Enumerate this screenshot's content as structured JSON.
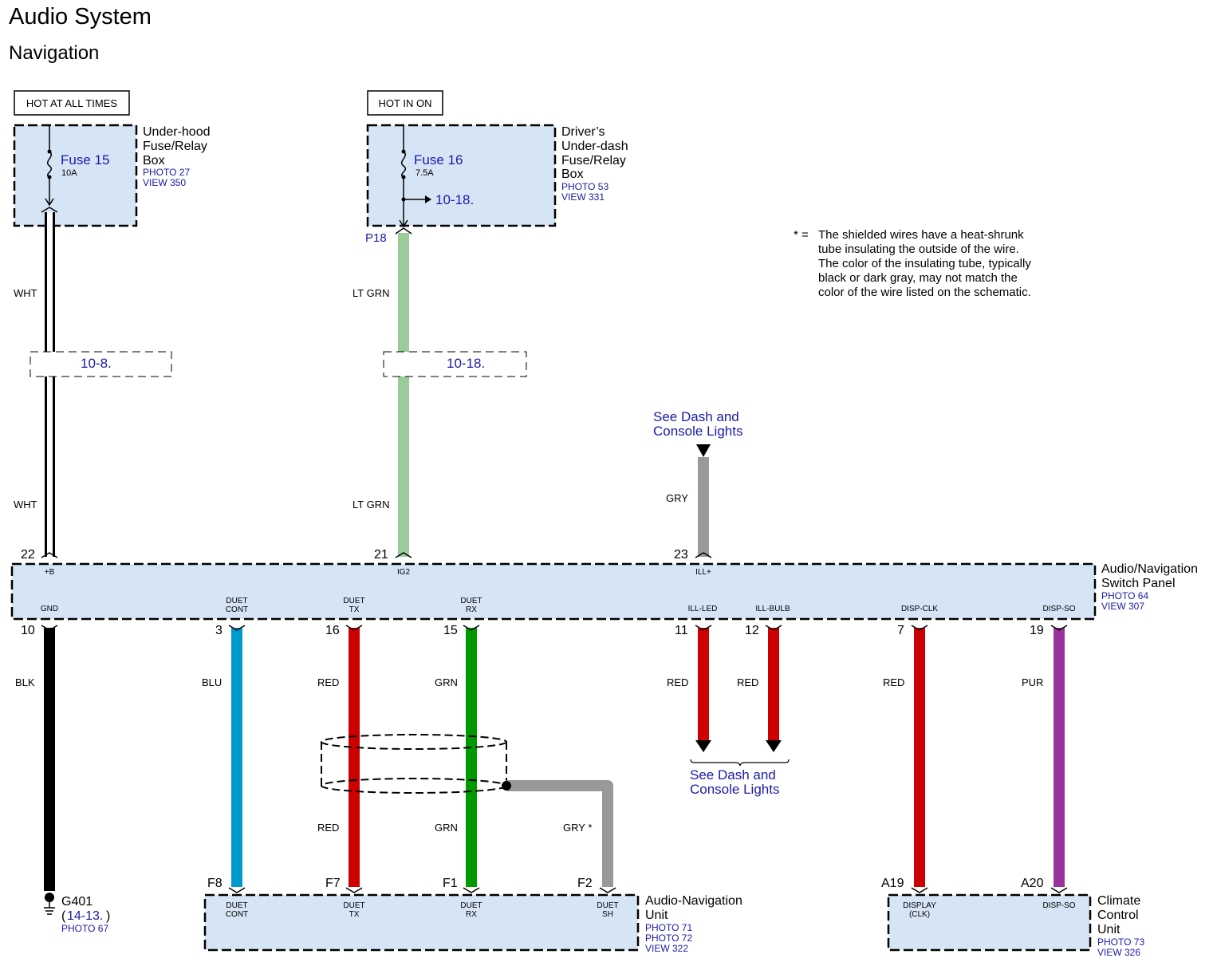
{
  "title": "Audio System",
  "subtitle": "Navigation",
  "note": {
    "marker": "* =",
    "lines": [
      "The shielded wires have a heat-shrunk",
      "tube insulating the outside of the wire.",
      "The color of the insulating tube, typically",
      "black or dark gray, may not match the",
      "color of the wire listed on the schematic."
    ]
  },
  "sources": {
    "hot_all_times": "HOT AT ALL TIMES",
    "hot_in_on": "HOT IN ON"
  },
  "fuse_box_1": {
    "name_lines": [
      "Under-hood",
      "Fuse/Relay",
      "Box"
    ],
    "refs": [
      "PHOTO 27",
      "VIEW 350"
    ],
    "fuse": "Fuse 15",
    "rating": "10A"
  },
  "fuse_box_2": {
    "name_lines": [
      "Driver’s",
      "Under-dash",
      "Fuse/Relay",
      "Box"
    ],
    "refs": [
      "PHOTO 53",
      "VIEW 331"
    ],
    "fuse": "Fuse 16",
    "rating": "7.5A",
    "branch_ref": "10-18.",
    "connector": "P18"
  },
  "inline_refs": {
    "wht_ref": "10-8.",
    "ltgrn_ref": "10-18."
  },
  "dash_lights_ref": {
    "top": [
      "See Dash and",
      "Console Lights"
    ],
    "bottom": [
      "See Dash and",
      "Console Lights"
    ]
  },
  "switch_panel": {
    "name_lines": [
      "Audio/Navigation",
      "Switch Panel"
    ],
    "refs": [
      "PHOTO 64",
      "VIEW 307"
    ],
    "top_pins": [
      {
        "num": "22",
        "label": "+B",
        "wire": "WHT"
      },
      {
        "num": "21",
        "label": "IG2",
        "wire": "LT GRN"
      },
      {
        "num": "23",
        "label": "ILL+",
        "wire": "GRY"
      }
    ],
    "bottom_pins": [
      {
        "num": "10",
        "label": [
          "GND"
        ],
        "wire": "BLK"
      },
      {
        "num": "3",
        "label": [
          "DUET",
          "CONT"
        ],
        "wire": "BLU"
      },
      {
        "num": "16",
        "label": [
          "DUET",
          "TX"
        ],
        "wire": "RED"
      },
      {
        "num": "15",
        "label": [
          "DUET",
          "RX"
        ],
        "wire": "GRN"
      },
      {
        "num": "11",
        "label": [
          "ILL-LED"
        ],
        "wire": "RED"
      },
      {
        "num": "12",
        "label": [
          "ILL-BULB"
        ],
        "wire": "RED"
      },
      {
        "num": "7",
        "label": [
          "DISP-CLK"
        ],
        "wire": "RED"
      },
      {
        "num": "19",
        "label": [
          "DISP-SO"
        ],
        "wire": "PUR"
      }
    ]
  },
  "lower_wire_labels": {
    "tx": "RED",
    "rx": "GRN",
    "shield": "GRY *"
  },
  "ground": {
    "name": "G401",
    "ref_open": "(",
    "ref": "14-13.",
    "ref_close": ")",
    "photo": "PHOTO 67"
  },
  "audio_nav_unit": {
    "name_lines": [
      "Audio-Navigation",
      "Unit"
    ],
    "refs": [
      "PHOTO 71",
      "PHOTO 72",
      "VIEW 322"
    ],
    "pins": [
      {
        "num": "F8",
        "label": [
          "DUET",
          "CONT"
        ]
      },
      {
        "num": "F7",
        "label": [
          "DUET",
          "TX"
        ]
      },
      {
        "num": "F1",
        "label": [
          "DUET",
          "RX"
        ]
      },
      {
        "num": "F2",
        "label": [
          "DUET",
          "SH"
        ]
      }
    ]
  },
  "climate_unit": {
    "name_lines": [
      "Climate",
      "Control",
      "Unit"
    ],
    "refs": [
      "PHOTO 73",
      "VIEW 326"
    ],
    "pins": [
      {
        "num": "A19",
        "label": [
          "DISPLAY",
          "(CLK)"
        ]
      },
      {
        "num": "A20",
        "label": [
          "DISP-SO"
        ]
      }
    ]
  },
  "wire_colors": {
    "WHT": "#ffffff",
    "LT GRN": "#99cc99",
    "GRY": "#999999",
    "BLK": "#000000",
    "BLU": "#0099cc",
    "RED": "#cc0000",
    "GRN": "#009900",
    "PUR": "#993399"
  },
  "box_fill": "#d5e5f5",
  "link_color": "#1a1aa6"
}
